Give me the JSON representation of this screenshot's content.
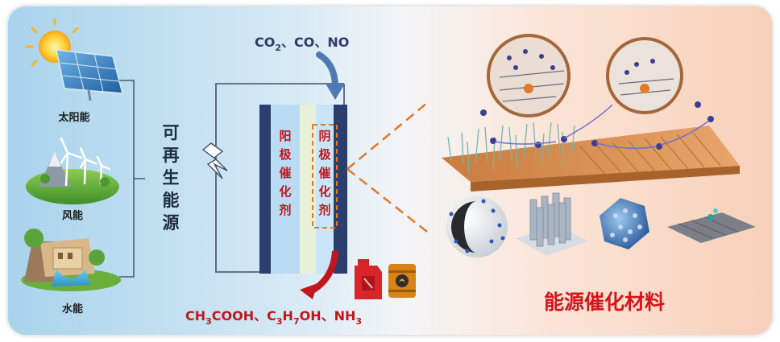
{
  "energy_sources": {
    "solar": "太阳能",
    "wind": "风能",
    "hydro": "水能"
  },
  "renewable_label": [
    "可",
    "再",
    "生",
    "能",
    "源"
  ],
  "input_gases": {
    "co2_main": "CO",
    "co2_sub": "2",
    "separator1": "、CO、NO"
  },
  "products": {
    "p1_a": "CH",
    "p1_b": "3",
    "p1_c": "COOH、C",
    "p1_d": "3",
    "p1_e": "H",
    "p1_f": "7",
    "p1_g": "OH、NH",
    "p1_h": "3"
  },
  "electrolyzer": {
    "anode_chars": [
      "阳",
      "极",
      "催",
      "化",
      "剂"
    ],
    "cathode_chars": [
      "阴",
      "极",
      "催",
      "化",
      "剂"
    ]
  },
  "title": "能源催化材料",
  "colors": {
    "electrode_dark": "#2c3e6e",
    "anode_layer": "#b9dbf3",
    "membrane": "#e6f1d8",
    "cathode_layer": "#c8e4f6",
    "accent_red": "#c0161c",
    "dashed_orange": "#e0782e",
    "arrow_blue": "#4f79b5"
  }
}
